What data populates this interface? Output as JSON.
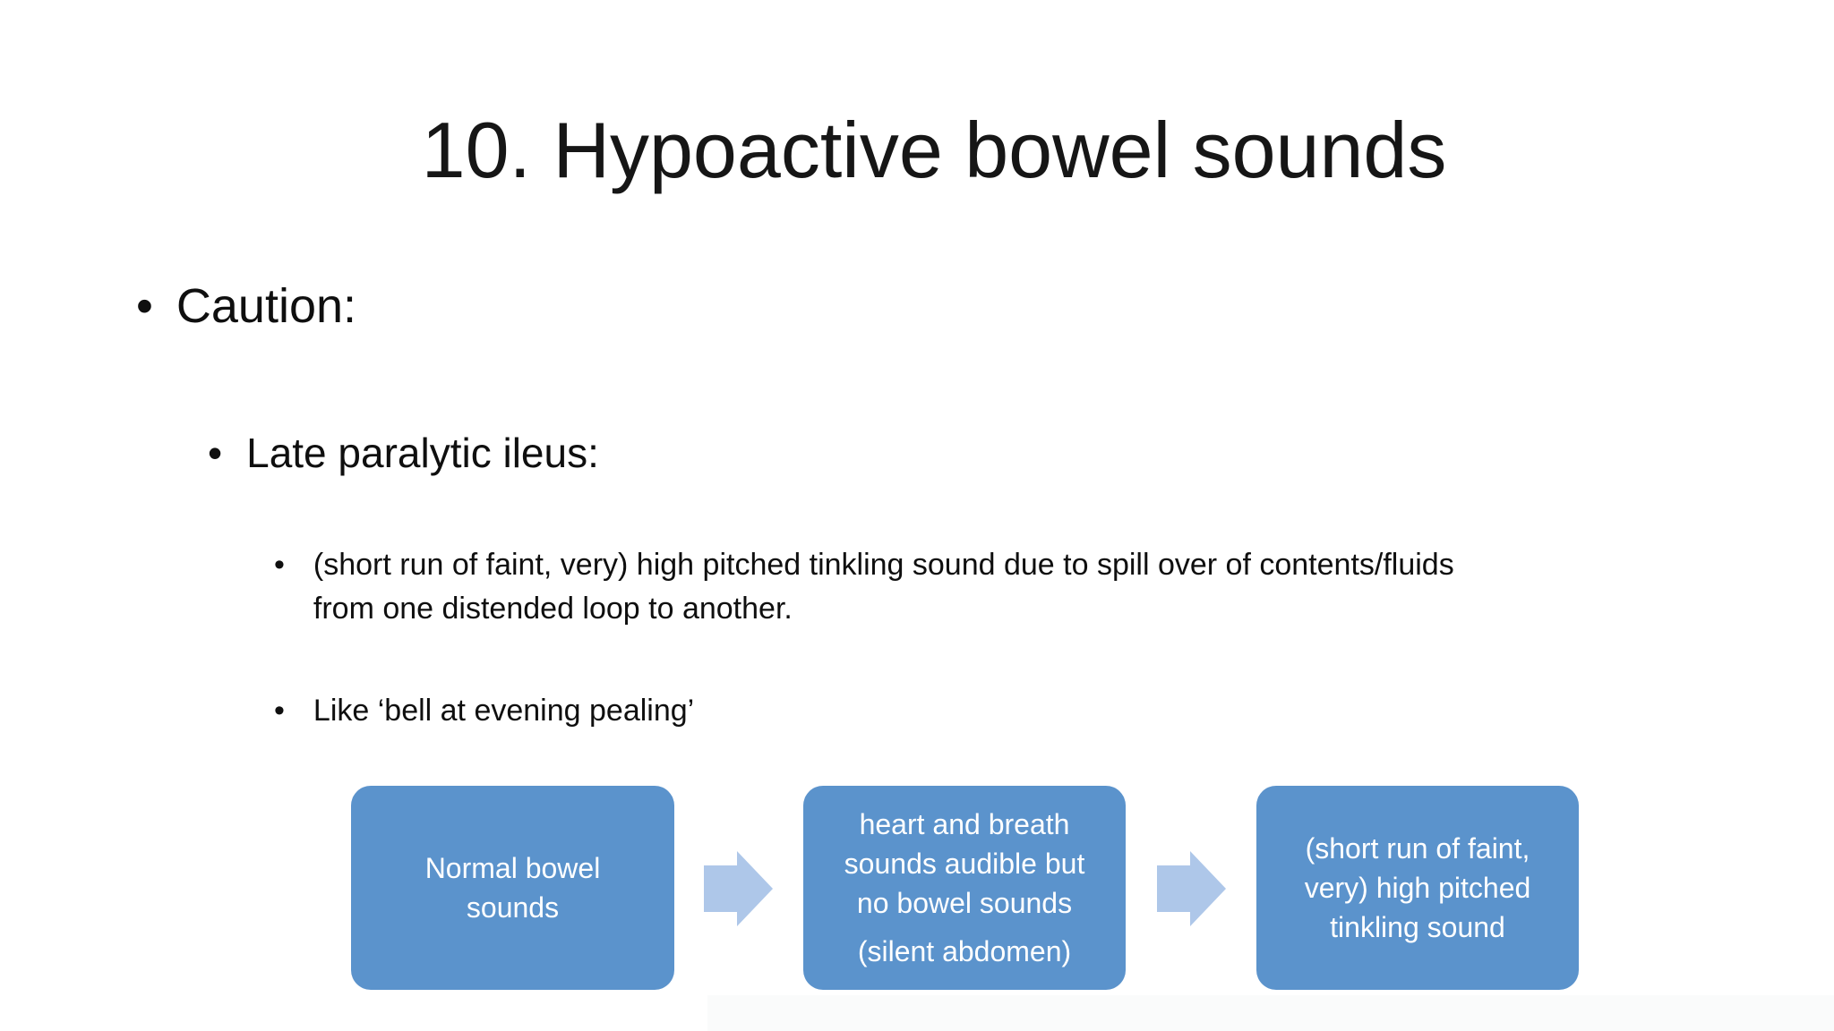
{
  "title": "10. Hypoactive bowel sounds",
  "bullet_glyph": "•",
  "bullets": {
    "l1": "Caution:",
    "l2": "Late paralytic ileus:",
    "l3a_lines": [
      "(short run of faint, very) high pitched tinkling sound due to spill over of contents/fluids",
      "from one distended loop to another."
    ],
    "l3b": "Like ‘bell at evening pealing’"
  },
  "diagram": {
    "boxes": [
      {
        "lines": [
          "Normal bowel",
          "sounds"
        ]
      },
      {
        "lines": [
          "heart and breath",
          "sounds audible but",
          "no bowel sounds"
        ],
        "note": "(silent abdomen)"
      },
      {
        "lines": [
          "(short run of faint,",
          "very) high pitched",
          "tinkling sound"
        ]
      }
    ]
  },
  "colors": {
    "box_fill": "#5B93CC",
    "arrow_fill": "#AEC7E9",
    "text": "#0f0f0f",
    "box_text": "#ffffff",
    "background": "#ffffff"
  }
}
